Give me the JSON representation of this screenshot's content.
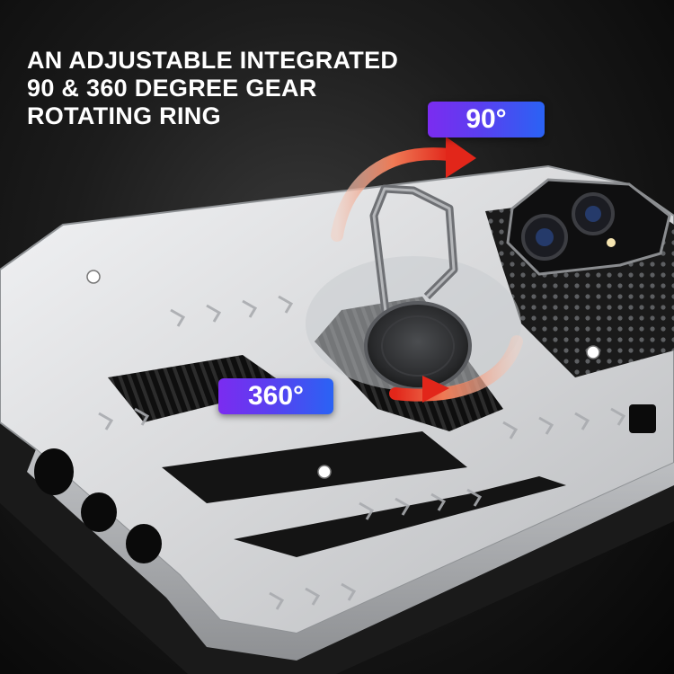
{
  "headline": {
    "line1": "AN ADJUSTABLE INTEGRATED",
    "line2": "90 & 360 DEGREE GEAR",
    "line3": "ROTATING RING"
  },
  "badges": {
    "angle_90": "90°",
    "angle_360": "360°"
  },
  "colors": {
    "background": "#1c1c1c",
    "case_silver": "#d9dadc",
    "accent_black": "#111111",
    "badge_purple": "#7b2cf0",
    "badge_blue": "#2a63f4",
    "arrow_red": "#e8381f"
  },
  "icons": [
    "rotate-arrow-icon",
    "rotate-arrow-icon",
    "ring-holder-icon",
    "camera-lens-icon"
  ]
}
